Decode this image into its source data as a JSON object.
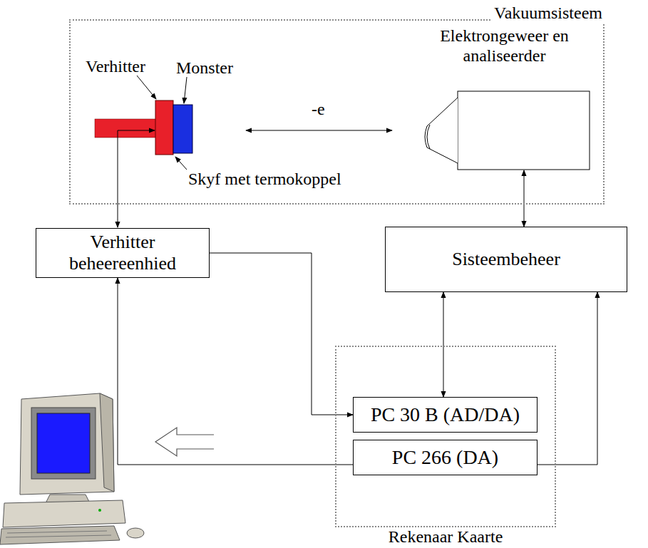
{
  "diagram": {
    "nodes": [
      {
        "text": [
          "Vakuumsisteem"
        ]
      },
      {
        "text": [
          "Elektrongeweer en analiseerder"
        ],
        "in": 0
      },
      {
        "text": [
          "Verhitter beheereenhied"
        ]
      },
      {
        "text": [
          "Sisteembeheer"
        ]
      },
      {
        "text": [
          "Rekenaar Kaarte"
        ]
      },
      {
        "text": [
          "PC 30 B (AD/DA)"
        ],
        "in": 4
      },
      {
        "text": [
          "PC 266 (DA)"
        ],
        "in": 4
      }
    ],
    "edges": [
      {
        "from": 1,
        "to": 3,
        "arrow": "both"
      },
      {
        "from": 3,
        "to": 5,
        "arrow": "both"
      },
      {
        "from": 2,
        "to": 5,
        "arrow": "to"
      },
      {
        "from": 6,
        "to": 2,
        "arrow": "to"
      },
      {
        "from": 6,
        "to": 3,
        "arrow": "to"
      }
    ],
    "labels": [
      "Verhitter",
      "Monster",
      "-e",
      "Skyf met termokoppel"
    ]
  }
}
